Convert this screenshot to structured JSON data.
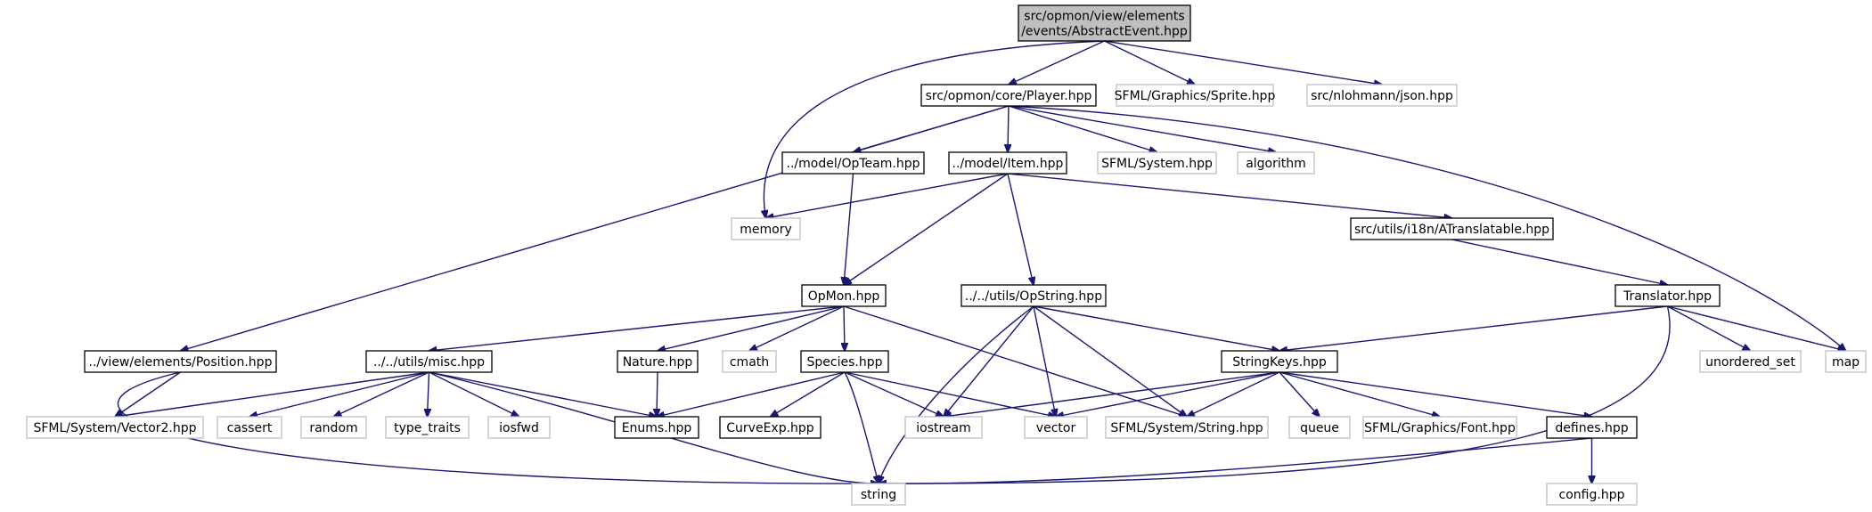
{
  "colors": {
    "edge": "#191970",
    "root_fill": "#bfbfbf",
    "root_border": "#000000",
    "internal_border": "#000000",
    "external_border": "#bfbfbf",
    "text": "#000000"
  },
  "nodes": [
    {
      "id": "abstract_event",
      "lines": [
        "src/opmon/view/elements",
        "/events/AbstractEvent.hpp"
      ],
      "kind": "root"
    },
    {
      "id": "player",
      "lines": [
        "src/opmon/core/Player.hpp"
      ],
      "kind": "internal"
    },
    {
      "id": "sfml_sprite",
      "lines": [
        "SFML/Graphics/Sprite.hpp"
      ],
      "kind": "external"
    },
    {
      "id": "json",
      "lines": [
        "src/nlohmann/json.hpp"
      ],
      "kind": "external"
    },
    {
      "id": "opteam",
      "lines": [
        "../model/OpTeam.hpp"
      ],
      "kind": "internal"
    },
    {
      "id": "item",
      "lines": [
        "../model/Item.hpp"
      ],
      "kind": "internal"
    },
    {
      "id": "sfml_system",
      "lines": [
        "SFML/System.hpp"
      ],
      "kind": "external"
    },
    {
      "id": "algorithm",
      "lines": [
        "algorithm"
      ],
      "kind": "external"
    },
    {
      "id": "memory",
      "lines": [
        "memory"
      ],
      "kind": "external"
    },
    {
      "id": "atranslatable",
      "lines": [
        "src/utils/i18n/ATranslatable.hpp"
      ],
      "kind": "internal"
    },
    {
      "id": "opmon",
      "lines": [
        "OpMon.hpp"
      ],
      "kind": "internal"
    },
    {
      "id": "opstring",
      "lines": [
        "../../utils/OpString.hpp"
      ],
      "kind": "internal"
    },
    {
      "id": "translator",
      "lines": [
        "Translator.hpp"
      ],
      "kind": "internal"
    },
    {
      "id": "position",
      "lines": [
        "../view/elements/Position.hpp"
      ],
      "kind": "internal"
    },
    {
      "id": "misc",
      "lines": [
        "../../utils/misc.hpp"
      ],
      "kind": "internal"
    },
    {
      "id": "nature",
      "lines": [
        "Nature.hpp"
      ],
      "kind": "internal"
    },
    {
      "id": "cmath",
      "lines": [
        "cmath"
      ],
      "kind": "external"
    },
    {
      "id": "species",
      "lines": [
        "Species.hpp"
      ],
      "kind": "internal"
    },
    {
      "id": "stringkeys",
      "lines": [
        "StringKeys.hpp"
      ],
      "kind": "internal"
    },
    {
      "id": "unordered_set",
      "lines": [
        "unordered_set"
      ],
      "kind": "external"
    },
    {
      "id": "map",
      "lines": [
        "map"
      ],
      "kind": "external"
    },
    {
      "id": "vector2",
      "lines": [
        "SFML/System/Vector2.hpp"
      ],
      "kind": "external"
    },
    {
      "id": "cassert",
      "lines": [
        "cassert"
      ],
      "kind": "external"
    },
    {
      "id": "random",
      "lines": [
        "random"
      ],
      "kind": "external"
    },
    {
      "id": "type_traits",
      "lines": [
        "type_traits"
      ],
      "kind": "external"
    },
    {
      "id": "iosfwd",
      "lines": [
        "iosfwd"
      ],
      "kind": "external"
    },
    {
      "id": "enums",
      "lines": [
        "Enums.hpp"
      ],
      "kind": "internal"
    },
    {
      "id": "curveexp",
      "lines": [
        "CurveExp.hpp"
      ],
      "kind": "internal"
    },
    {
      "id": "iostream",
      "lines": [
        "iostream"
      ],
      "kind": "external"
    },
    {
      "id": "vector",
      "lines": [
        "vector"
      ],
      "kind": "external"
    },
    {
      "id": "sfml_string",
      "lines": [
        "SFML/System/String.hpp"
      ],
      "kind": "external"
    },
    {
      "id": "queue",
      "lines": [
        "queue"
      ],
      "kind": "external"
    },
    {
      "id": "sfml_font",
      "lines": [
        "SFML/Graphics/Font.hpp"
      ],
      "kind": "external"
    },
    {
      "id": "defines",
      "lines": [
        "defines.hpp"
      ],
      "kind": "internal"
    },
    {
      "id": "string",
      "lines": [
        "string"
      ],
      "kind": "external"
    },
    {
      "id": "config",
      "lines": [
        "config.hpp"
      ],
      "kind": "external"
    }
  ],
  "edges": [
    {
      "from": "abstract_event",
      "to": "player"
    },
    {
      "from": "abstract_event",
      "to": "sfml_sprite"
    },
    {
      "from": "abstract_event",
      "to": "json"
    },
    {
      "from": "abstract_event",
      "to": "memory"
    },
    {
      "from": "player",
      "to": "opteam"
    },
    {
      "from": "player",
      "to": "item"
    },
    {
      "from": "player",
      "to": "sfml_system"
    },
    {
      "from": "player",
      "to": "algorithm"
    },
    {
      "from": "player",
      "to": "position"
    },
    {
      "from": "player",
      "to": "map"
    },
    {
      "from": "opteam",
      "to": "opmon"
    },
    {
      "from": "item",
      "to": "memory"
    },
    {
      "from": "item",
      "to": "atranslatable"
    },
    {
      "from": "item",
      "to": "opmon"
    },
    {
      "from": "item",
      "to": "opstring"
    },
    {
      "from": "atranslatable",
      "to": "translator"
    },
    {
      "from": "opmon",
      "to": "misc"
    },
    {
      "from": "opmon",
      "to": "nature"
    },
    {
      "from": "opmon",
      "to": "cmath"
    },
    {
      "from": "opmon",
      "to": "species"
    },
    {
      "from": "opmon",
      "to": "sfml_string"
    },
    {
      "from": "opstring",
      "to": "stringkeys"
    },
    {
      "from": "opstring",
      "to": "string"
    },
    {
      "from": "opstring",
      "to": "iostream"
    },
    {
      "from": "opstring",
      "to": "vector"
    },
    {
      "from": "opstring",
      "to": "sfml_string"
    },
    {
      "from": "translator",
      "to": "stringkeys"
    },
    {
      "from": "translator",
      "to": "unordered_set"
    },
    {
      "from": "translator",
      "to": "map"
    },
    {
      "from": "translator",
      "to": "string"
    },
    {
      "from": "position",
      "to": "vector2"
    },
    {
      "from": "position",
      "to": "string"
    },
    {
      "from": "misc",
      "to": "vector2"
    },
    {
      "from": "misc",
      "to": "cassert"
    },
    {
      "from": "misc",
      "to": "random"
    },
    {
      "from": "misc",
      "to": "type_traits"
    },
    {
      "from": "misc",
      "to": "iosfwd"
    },
    {
      "from": "misc",
      "to": "enums"
    },
    {
      "from": "misc",
      "to": "string"
    },
    {
      "from": "nature",
      "to": "enums"
    },
    {
      "from": "species",
      "to": "enums"
    },
    {
      "from": "species",
      "to": "curveexp"
    },
    {
      "from": "species",
      "to": "iostream"
    },
    {
      "from": "species",
      "to": "vector"
    },
    {
      "from": "species",
      "to": "string"
    },
    {
      "from": "stringkeys",
      "to": "iostream"
    },
    {
      "from": "stringkeys",
      "to": "vector"
    },
    {
      "from": "stringkeys",
      "to": "sfml_string"
    },
    {
      "from": "stringkeys",
      "to": "queue"
    },
    {
      "from": "stringkeys",
      "to": "sfml_font"
    },
    {
      "from": "stringkeys",
      "to": "defines"
    },
    {
      "from": "defines",
      "to": "string"
    },
    {
      "from": "defines",
      "to": "config"
    }
  ]
}
